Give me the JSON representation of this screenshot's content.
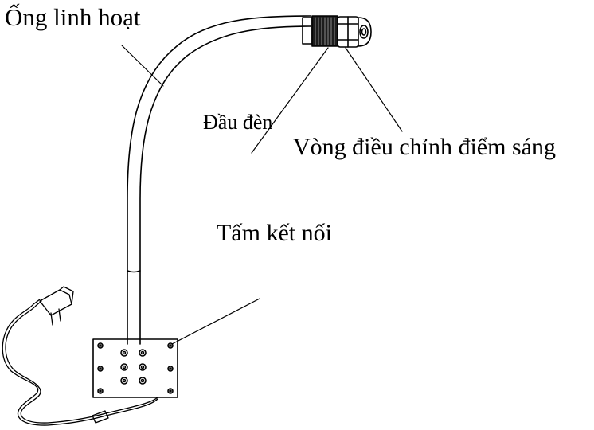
{
  "labels": {
    "flexible_tube": "Ống linh hoạt",
    "lamp_head": "Đầu đèn",
    "spot_ring": "Vòng điều chỉnh điểm sáng",
    "mount_plate": "Tấm kết nối"
  }
}
